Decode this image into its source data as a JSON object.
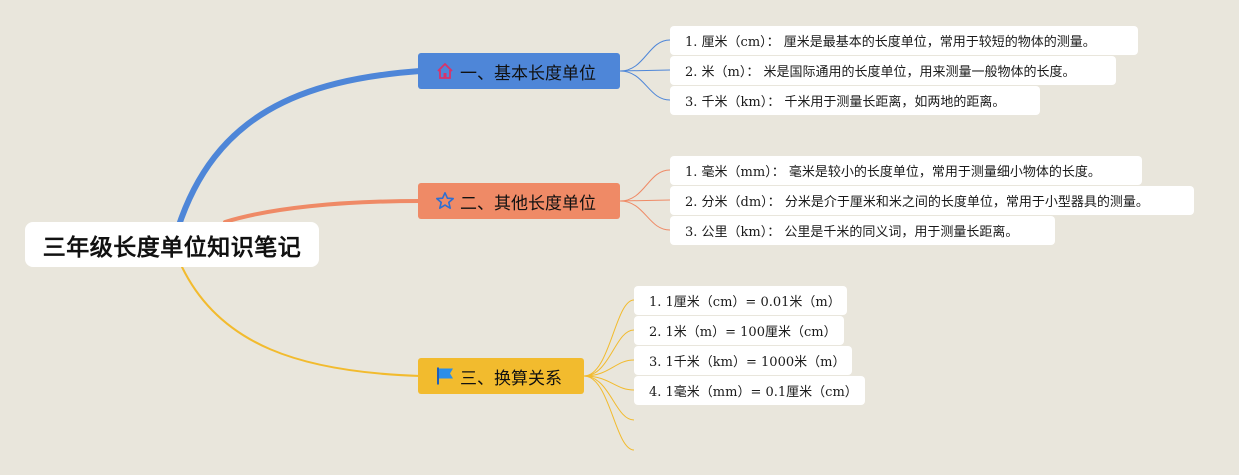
{
  "root": {
    "label": "三年级长度单位知识笔记"
  },
  "branches": [
    {
      "label": "一、基本长度单位",
      "icon": "house-icon",
      "color": "#4e86d8",
      "items": [
        "1. 厘米（cm）： 厘米是最基本的长度单位，常用于较短的物体的测量。",
        "2. 米（m）： 米是国际通用的长度单位，用来测量一般物体的长度。",
        "3. 千米（km）： 千米用于测量长距离，如两地的距离。"
      ]
    },
    {
      "label": "二、其他长度单位",
      "icon": "star-icon",
      "color": "#ef8a66",
      "items": [
        "1. 毫米（mm）： 毫米是较小的长度单位，常用于测量细小物体的长度。",
        "2. 分米（dm）： 分米是介于厘米和米之间的长度单位，常用于小型器具的测量。",
        "3. 公里（km）： 公里是千米的同义词，用于测量长距离。"
      ]
    },
    {
      "label": "三、换算关系",
      "icon": "flag-icon",
      "color": "#f2bb2e",
      "items": [
        "1. 1厘米（cm）= 0.01米（m）",
        "2. 1米（m）= 100厘米（cm）",
        "3. 1千米（km）= 1000米（m）",
        "4. 1毫米（mm）= 0.1厘米（cm）",
        "",
        ""
      ]
    }
  ]
}
